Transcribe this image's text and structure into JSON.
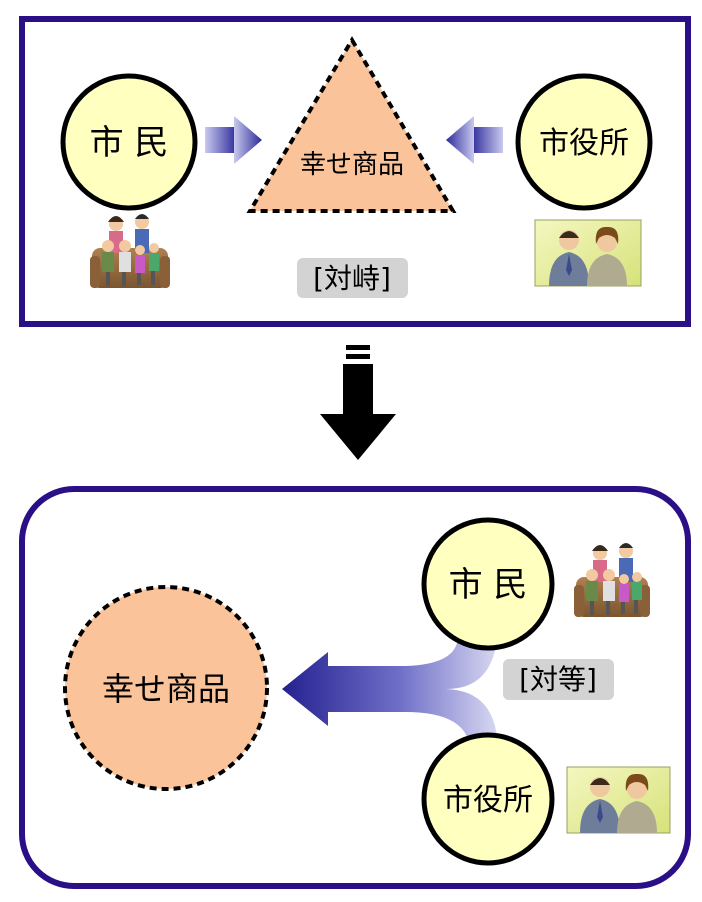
{
  "top_panel": {
    "citizens_label": "市 民",
    "product_label": "幸せ商品",
    "city_hall_label": "市役所",
    "relation_label": "[対峙]"
  },
  "bottom_panel": {
    "citizens_label": "市 民",
    "product_label": "幸せ商品",
    "city_hall_label": "市役所",
    "relation_label": "[対等]"
  },
  "colors": {
    "frame": "#2a0f86",
    "node_fill": "#ffffc0",
    "product_fill": "#fbc39a",
    "arrow_dark": "#2c2a9a",
    "arrow_light": "#c9c9ee",
    "badge_bg": "#d3d3d3",
    "photo_bg": "#eaf0a0"
  },
  "icons": {
    "family": "family-clipart-icon",
    "officials": "officials-photo-icon",
    "down_arrow": "down-arrow-icon"
  }
}
